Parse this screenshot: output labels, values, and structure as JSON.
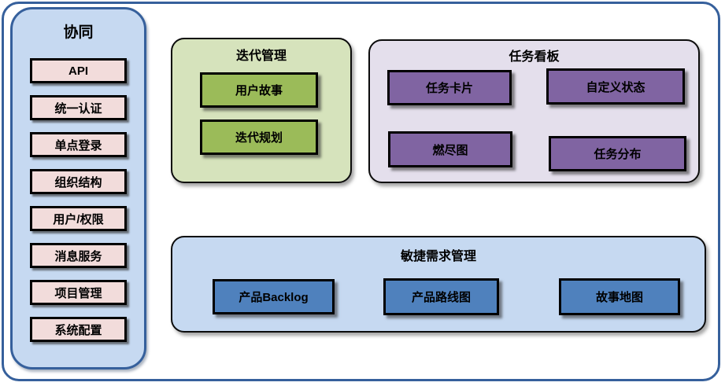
{
  "colors": {
    "frame_border": "#36609c",
    "sidebar_fill": "#c6d9f1",
    "sidebar_item_fill": "#f2dcdb",
    "iteration_panel_fill": "#d6e3bc",
    "iteration_item_fill": "#9bbb59",
    "kanban_panel_fill": "#e4dfec",
    "kanban_item_fill": "#8064a2",
    "requirements_panel_fill": "#c6d9f1",
    "requirements_item_fill": "#4f81bd",
    "item_border": "#000000"
  },
  "sidebar": {
    "title": "协同",
    "items": [
      "API",
      "统一认证",
      "单点登录",
      "组织结构",
      "用户/权限",
      "消息服务",
      "项目管理",
      "系统配置"
    ]
  },
  "panels": {
    "iteration": {
      "title": "迭代管理",
      "items": [
        "用户故事",
        "迭代规划"
      ]
    },
    "kanban": {
      "title": "任务看板",
      "items": [
        "任务卡片",
        "自定义状态",
        "燃尽图",
        "任务分布"
      ]
    },
    "requirements": {
      "title": "敏捷需求管理",
      "items": [
        "产品Backlog",
        "产品路线图",
        "故事地图"
      ]
    }
  }
}
